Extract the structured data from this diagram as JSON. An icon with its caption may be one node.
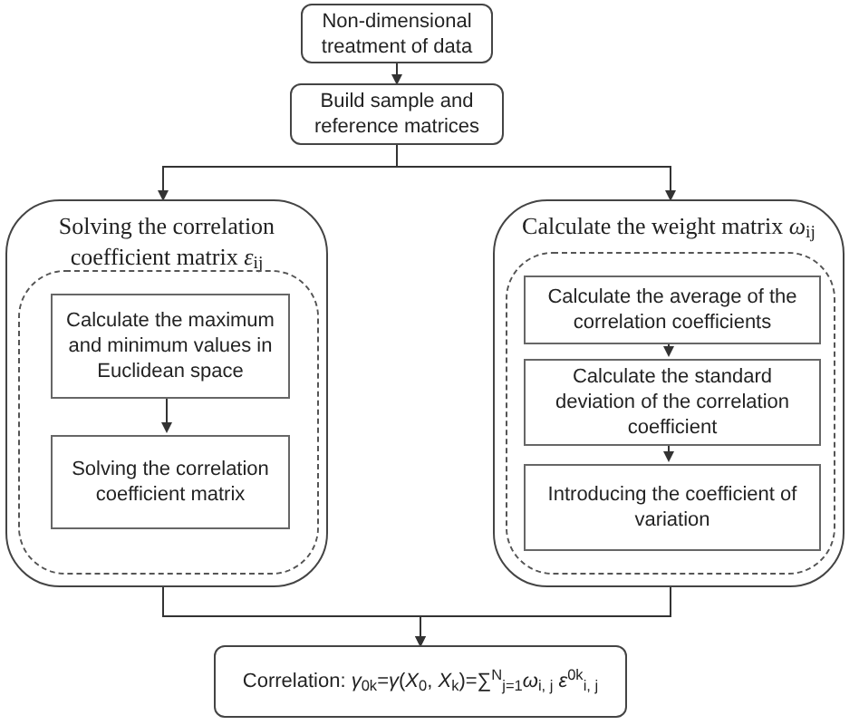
{
  "diagram": {
    "nodes": [
      {
        "text": [
          "Non-dimensional treatment of data"
        ]
      },
      {
        "text": [
          "Build sample and reference matrices"
        ]
      },
      {
        "text": [
          "Solving the correlation coefficient matrix *ε*$_{ij}$"
        ]
      },
      {
        "text": [],
        "shape": "box",
        "in": 2
      },
      {
        "text": [
          "Calculate the maximum and minimum values in Euclidean space"
        ],
        "in": 3
      },
      {
        "text": [
          "Solving the correlation coefficient matrix"
        ],
        "in": 3
      },
      {
        "text": [
          "Calculate the weight matrix *ω*$_{ij}$"
        ]
      },
      {
        "text": [],
        "shape": "box",
        "in": 6
      },
      {
        "text": [
          "Calculate the average of the correlation coefficients"
        ],
        "in": 7
      },
      {
        "text": [
          "Calculate the standard deviation of the correlation coefficient"
        ],
        "in": 7
      },
      {
        "text": [
          "Introducing the coefficient of variation"
        ],
        "in": 7
      },
      {
        "text": [
          "Correlation: *γ*$_{0k}$=*γ*(*X*$_{0}$, *X*$_{k}$)=∑$^{N}$$_{j=1}$*ω*$_{i, j}$ *ε*$^{0k}$$_{i, j}$"
        ]
      }
    ],
    "edges": [
      {
        "from": 0,
        "to": 1,
        "arrow": "to"
      },
      {
        "from": 1,
        "to": 2,
        "arrow": "to"
      },
      {
        "from": 1,
        "to": 6,
        "arrow": "to"
      },
      {
        "from": 4,
        "to": 5,
        "arrow": "to"
      },
      {
        "from": 8,
        "to": 9,
        "arrow": "to"
      },
      {
        "from": 9,
        "to": 10,
        "arrow": "to"
      },
      {
        "from": 2,
        "to": 11,
        "arrow": "to"
      },
      {
        "from": 6,
        "to": 11,
        "arrow": "to"
      }
    ]
  }
}
